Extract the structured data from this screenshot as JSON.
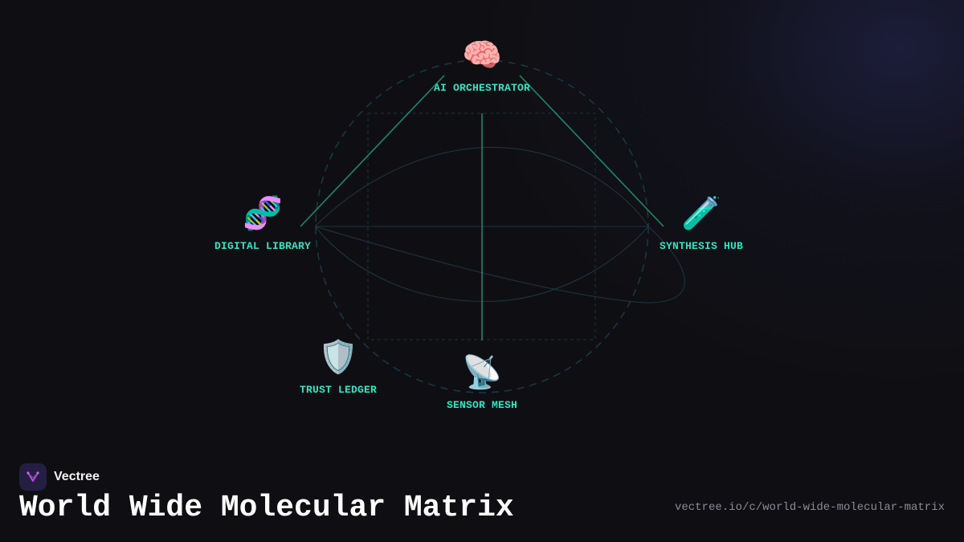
{
  "brand": {
    "name": "Vectree",
    "accent": "#b14fd6"
  },
  "title": "World Wide Molecular Matrix",
  "url": "vectree.io/c/world-wide-molecular-matrix",
  "colors": {
    "background": "#0f0f13",
    "label": "#2ee6c4",
    "edge": "#1a9c82",
    "guide": "#1e4a50"
  },
  "diagram": {
    "nodes": [
      {
        "id": "ai-orchestrator",
        "label": "AI ORCHESTRATOR",
        "icon": "brain-icon",
        "glyph": "🧠"
      },
      {
        "id": "digital-library",
        "label": "DIGITAL LIBRARY",
        "icon": "dna-icon",
        "glyph": "🧬"
      },
      {
        "id": "synthesis-hub",
        "label": "SYNTHESIS HUB",
        "icon": "test-tube-icon",
        "glyph": "🧪"
      },
      {
        "id": "trust-ledger",
        "label": "TRUST LEDGER",
        "icon": "shield-icon",
        "glyph": "🛡️"
      },
      {
        "id": "sensor-mesh",
        "label": "SENSOR MESH",
        "icon": "satellite-dish-icon",
        "glyph": "📡"
      }
    ],
    "edges": [
      {
        "from": "ai-orchestrator",
        "to": "digital-library"
      },
      {
        "from": "ai-orchestrator",
        "to": "synthesis-hub"
      },
      {
        "from": "ai-orchestrator",
        "to": "sensor-mesh"
      }
    ]
  }
}
